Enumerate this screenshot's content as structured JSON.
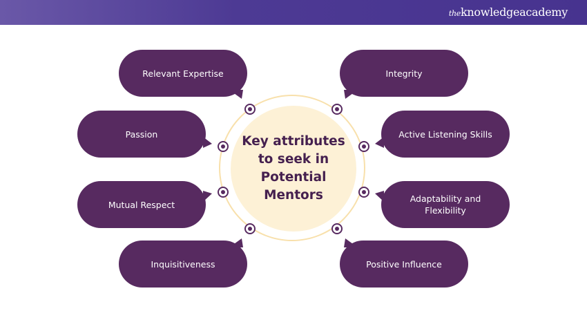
{
  "header": {
    "logo_prefix": "the",
    "logo_text": "knowledgeacademy"
  },
  "center_title": "Key attributes to seek in Potential Mentors",
  "attributes_left": [
    "Relevant Expertise",
    "Passion",
    "Mutual Respect",
    "Inquisitiveness"
  ],
  "attributes_right": [
    "Integrity",
    "Active Listening Skills",
    "Adaptability and Flexibility",
    "Positive Influence"
  ],
  "colors": {
    "bubble": "#572a60",
    "center": "#fdf1d6",
    "ring": "#f8e0ab",
    "header": "#4d3a94"
  }
}
